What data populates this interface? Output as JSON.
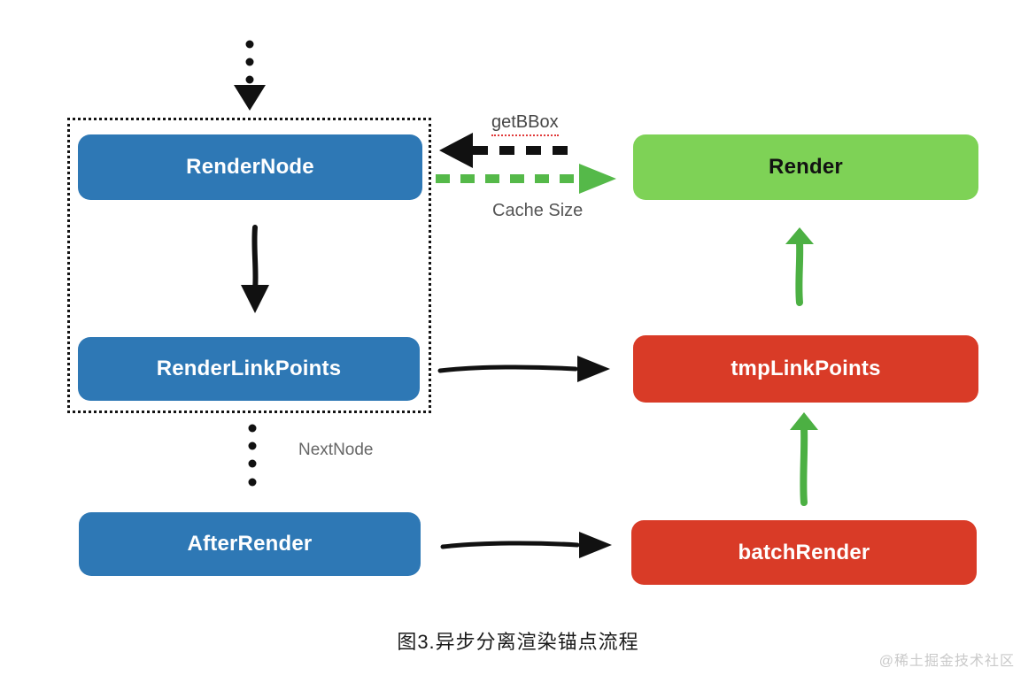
{
  "diagram": {
    "caption": "图3.异步分离渲染锚点流程",
    "watermark": "@稀土掘金技术社区"
  },
  "nodes": {
    "render_node": {
      "label": "RenderNode",
      "color": "#2e78b5",
      "text_color": "#ffffff"
    },
    "render_link_points": {
      "label": "RenderLinkPoints",
      "color": "#2e78b5",
      "text_color": "#ffffff"
    },
    "after_render": {
      "label": "AfterRender",
      "color": "#2e78b5",
      "text_color": "#ffffff"
    },
    "render": {
      "label": "Render",
      "color": "#7ed256",
      "text_color": "#121212"
    },
    "tmp_link_points": {
      "label": "tmpLinkPoints",
      "color": "#d93b27",
      "text_color": "#ffffff"
    },
    "batch_render": {
      "label": "batchRender",
      "color": "#d93b27",
      "text_color": "#ffffff"
    }
  },
  "edges": {
    "get_bbox_label": "getBBox",
    "cache_size_label": "Cache Size",
    "next_node_label": "NextNode"
  },
  "colors": {
    "arrow_black": "#111111",
    "arrow_green_solid": "#4cb043",
    "arrow_green_dashed": "#55b949",
    "label_gray": "#555555",
    "getbbox_underline_red": "#e03a3a",
    "watermark_gray": "#c9c9c9",
    "frame_border": "#141414",
    "background": "#ffffff"
  }
}
